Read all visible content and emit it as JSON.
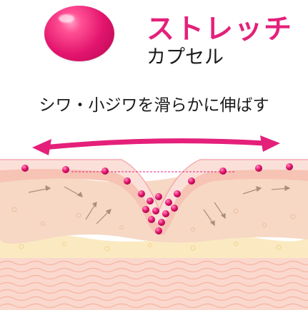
{
  "product": {
    "name": "ストレッチ",
    "type": "カプセル",
    "tagline": "シワ・小ジワを滑らかに伸ばす"
  },
  "colors": {
    "brand_pink": "#e4207a",
    "capsule_pink": "#e3156e",
    "skin_top": "#f6cfcf",
    "fat_layer": "#fbeac1",
    "muscle_layer": "#f3b6a2"
  },
  "icons": [
    "capsule-icon",
    "double-headed-arrow-icon",
    "skin-layers-diagram"
  ]
}
